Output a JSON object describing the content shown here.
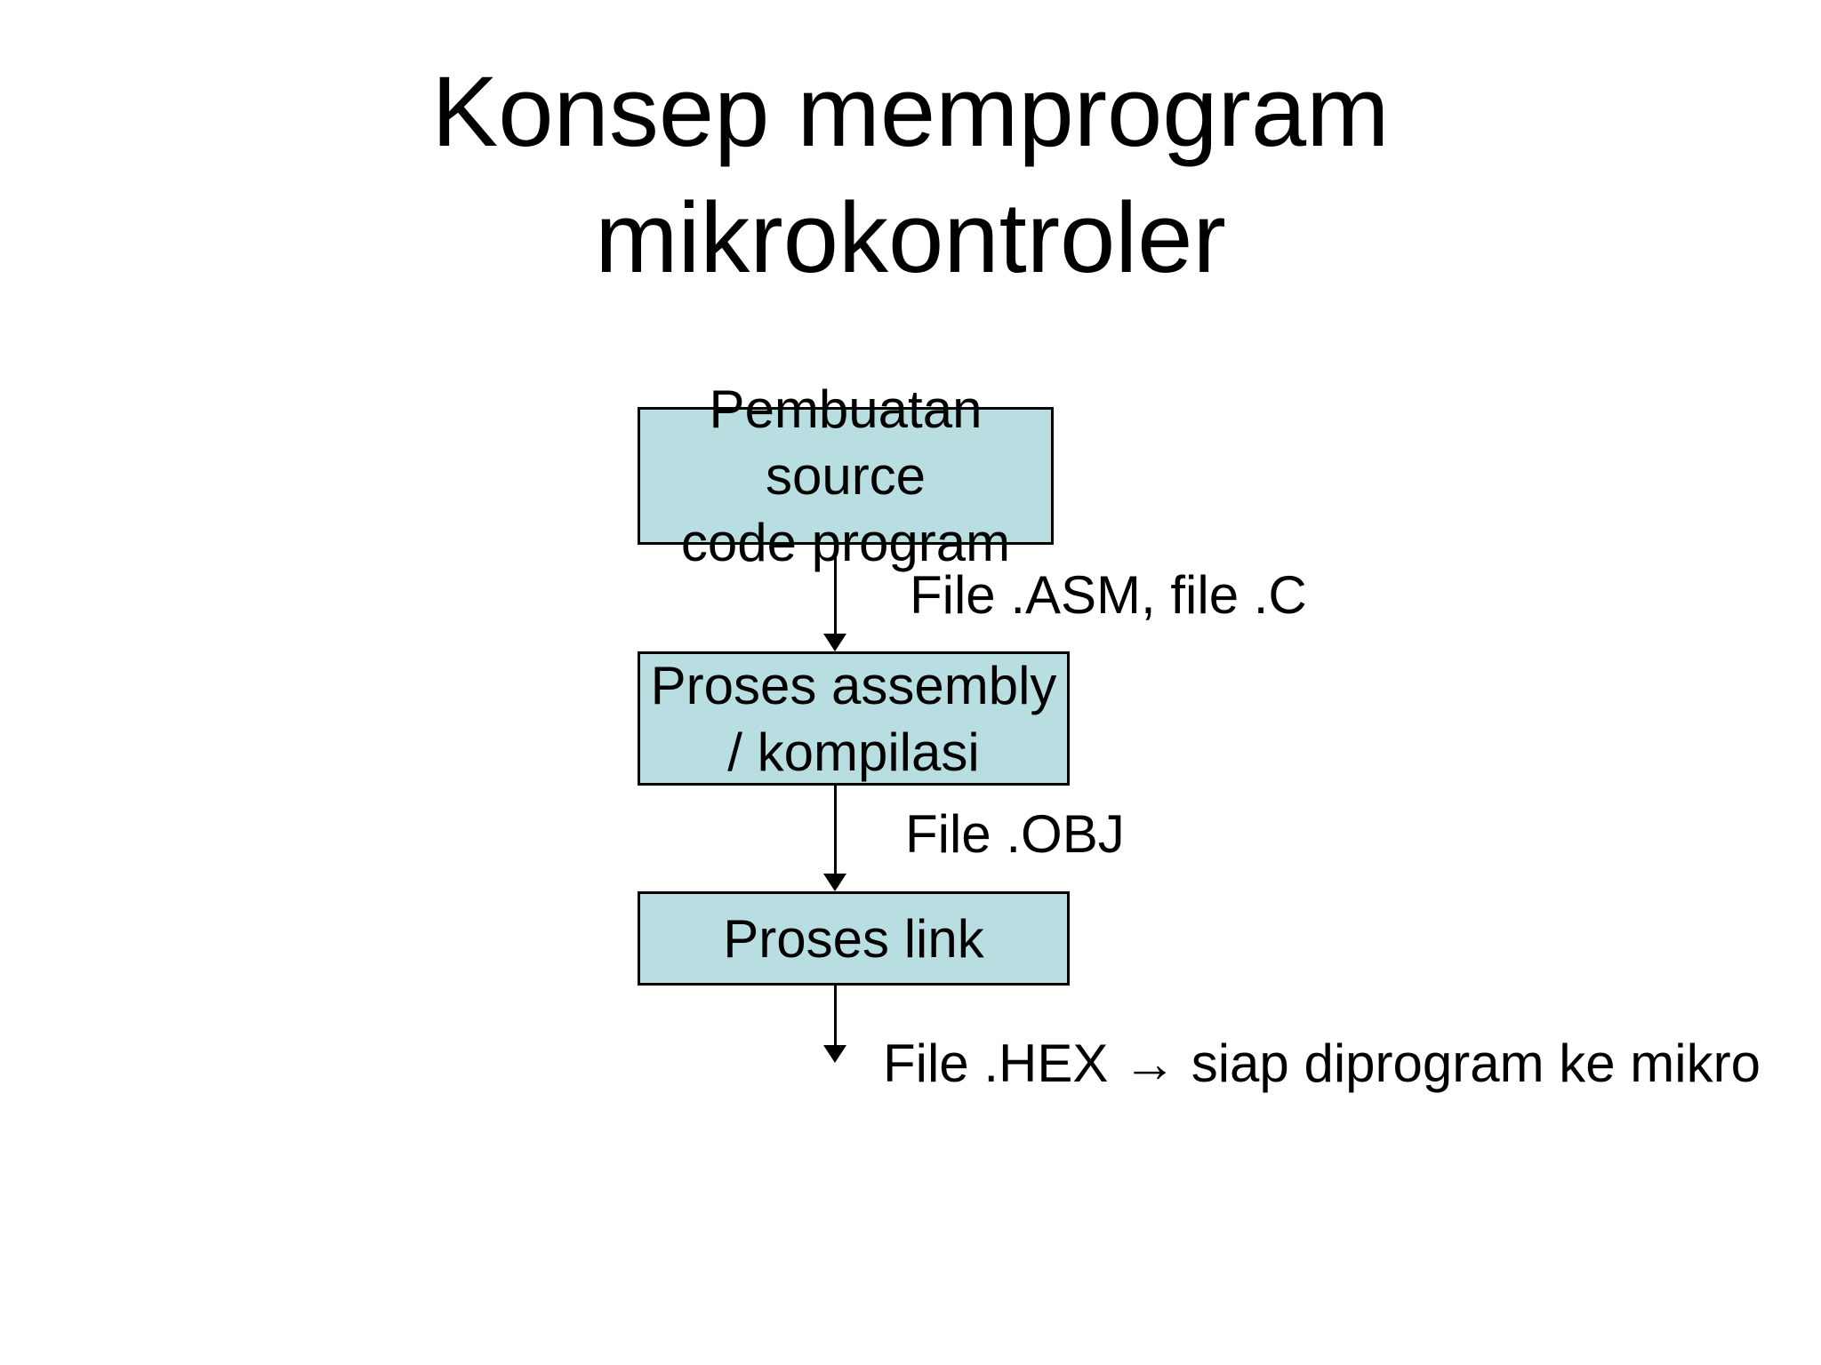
{
  "title": {
    "line1": "Konsep memprogram",
    "line2": "mikrokontroler"
  },
  "colors": {
    "background": "#FFFFFF",
    "text": "#000000",
    "box_fill": "#B9DEE1",
    "box_border": "#000000",
    "arrow": "#000000"
  },
  "flowchart": {
    "boxes": [
      {
        "line1": "Pembuatan source",
        "line2": "code program"
      },
      {
        "line1": "Proses assembly",
        "line2": "/ kompilasi"
      },
      {
        "line1": "Proses link"
      }
    ],
    "labels": [
      {
        "text": "File .ASM, file .C"
      },
      {
        "text": "File .OBJ"
      },
      {
        "text": "File .HEX → siap diprogram ke mikro"
      }
    ]
  }
}
